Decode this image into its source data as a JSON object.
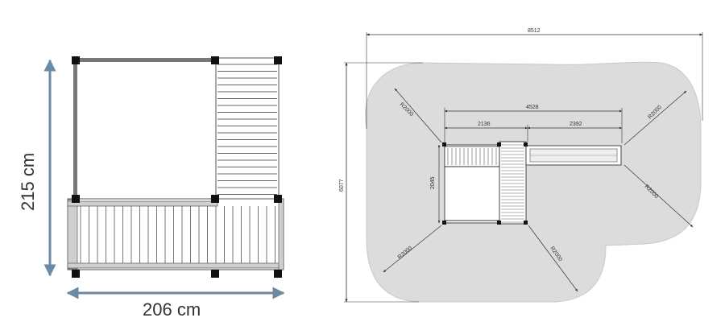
{
  "left_plan": {
    "height_label": "215 cm",
    "width_label": "206 cm",
    "arrow_color": "#6d8aa3"
  },
  "right_plan": {
    "overall_width": "8512",
    "overall_height": "6077",
    "structure_width": "4528",
    "segment_left": "2136",
    "segment_right": "2392",
    "structure_depth": "2045",
    "radius_top_left": "R2000",
    "radius_top_right": "R2000",
    "radius_right": "R2000",
    "radius_bottom_left": "R2000",
    "radius_bottom_right": "R2000",
    "zone_color": "#dcdcdc"
  }
}
